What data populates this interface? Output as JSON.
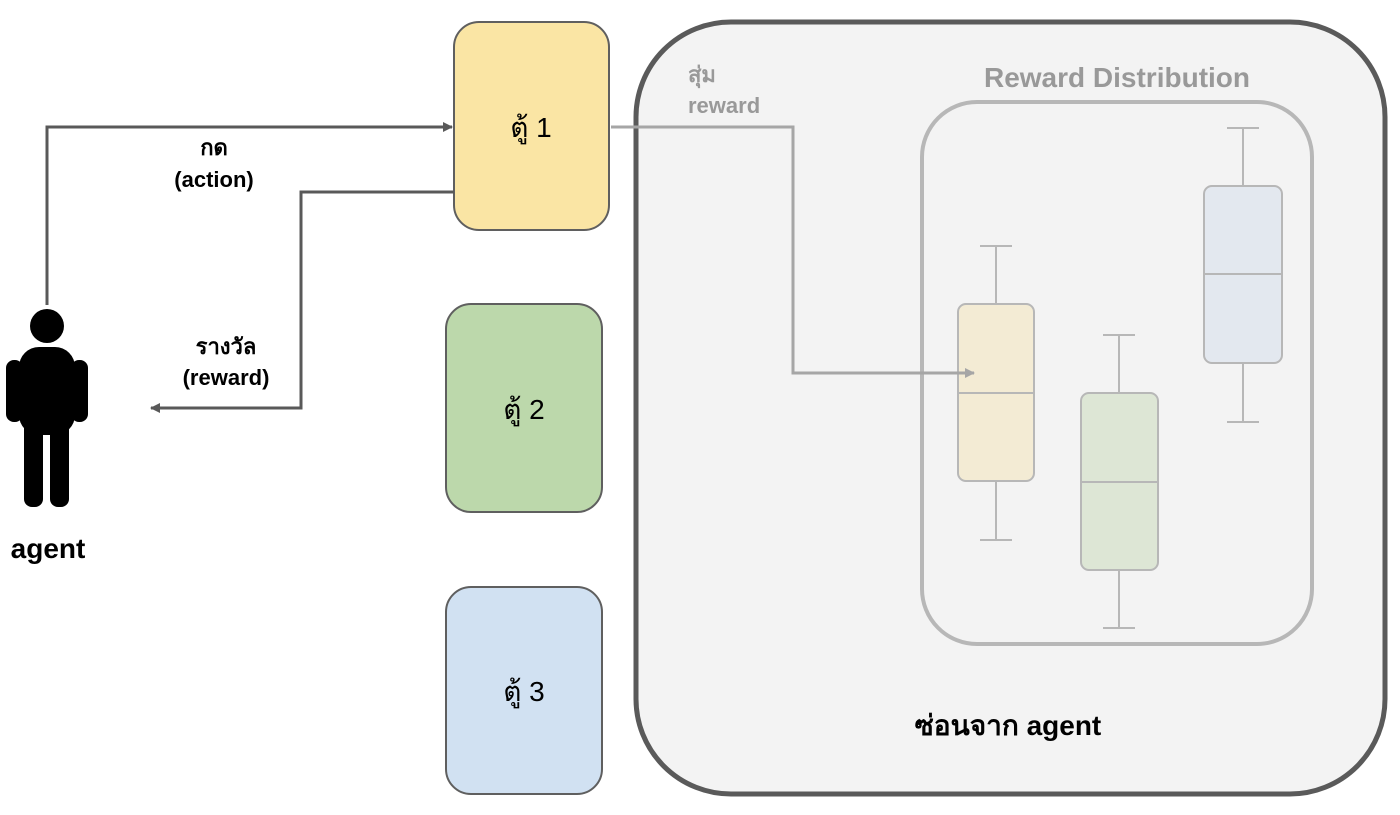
{
  "agent": {
    "label": "agent",
    "icon": "person-icon"
  },
  "arrows": {
    "action_line1": "กด",
    "action_line2": "(action)",
    "reward_line1": "รางวัล",
    "reward_line2": "(reward)",
    "sample_line1": "สุ่ม",
    "sample_line2": "reward"
  },
  "machines": [
    {
      "label": "ตู้ 1",
      "color": "#fae5a4"
    },
    {
      "label": "ตู้ 2",
      "color": "#bcd8ab"
    },
    {
      "label": "ตู้ 3",
      "color": "#d1e1f2"
    }
  ],
  "hidden_region": {
    "label": "ซ่อนจาก agent",
    "fill": "#f3f3f3",
    "border": "#5a5a5a"
  },
  "distribution": {
    "title": "Reward Distribution",
    "border": "#b7b7b7",
    "boxes": [
      {
        "machine": "ตู้ 1",
        "color": "#f3ebd4"
      },
      {
        "machine": "ตู้ 2",
        "color": "#dde6d5"
      },
      {
        "machine": "ตู้ 3",
        "color": "#e3e8ef"
      }
    ]
  },
  "colors": {
    "arrow": "#595959",
    "sample_arrow": "#a6a6a6",
    "muted_text": "#999999"
  }
}
